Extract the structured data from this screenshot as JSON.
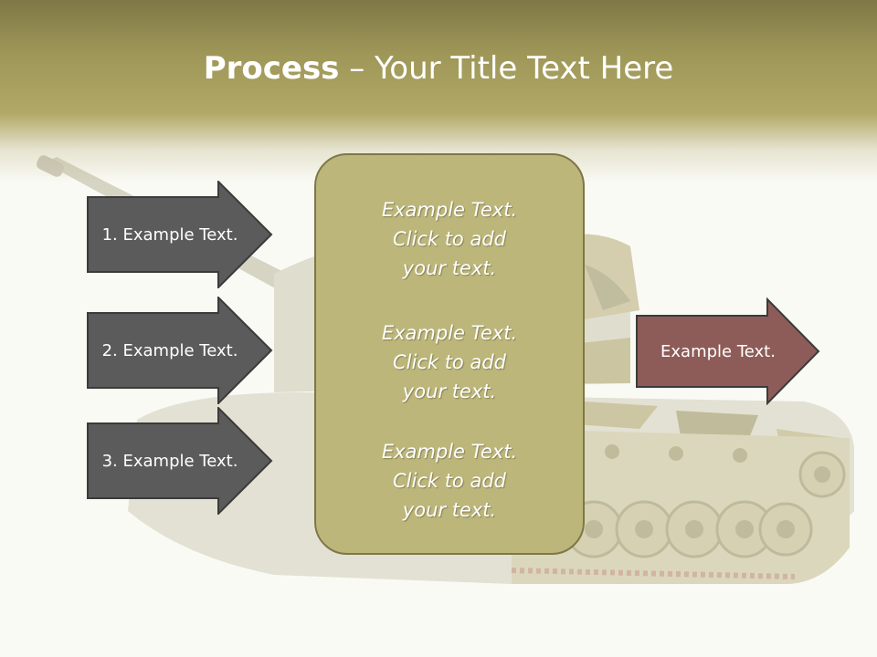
{
  "slide": {
    "title_bold": "Process",
    "title_rest": " – Your Title Text Here",
    "background_image": "tank-image",
    "colors": {
      "header_top": "#7f7846",
      "header_mid": "#b1a866",
      "arrow_fill": "#5b5b5b",
      "center_box_fill": "#bdb67a",
      "right_arrow_fill": "#8e5c58"
    }
  },
  "left_arrows": [
    {
      "label": "1. Example Text."
    },
    {
      "label": "2. Example Text."
    },
    {
      "label": "3. Example Text."
    }
  ],
  "center_box": {
    "blocks": [
      {
        "line1": "Example Text.",
        "line2": "Click  to add",
        "line3": "your text."
      },
      {
        "line1": "Example Text.",
        "line2": "Click  to add",
        "line3": "your text."
      },
      {
        "line1": "Example Text.",
        "line2": "Click  to add",
        "line3": "your text."
      }
    ]
  },
  "right_arrow": {
    "label": "Example Text."
  }
}
